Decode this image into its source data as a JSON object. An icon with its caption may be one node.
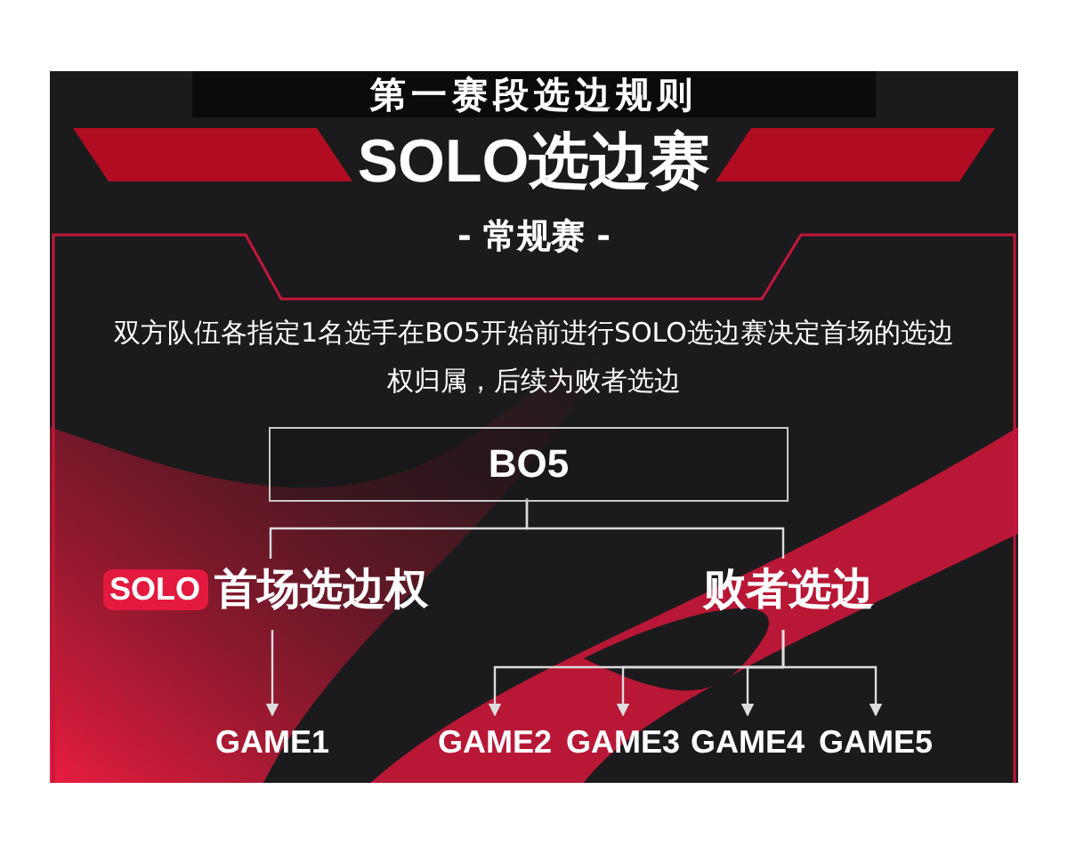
{
  "diagram": {
    "title": "SOLO选边赛",
    "nodes": [
      {
        "text": [
          "BO5"
        ]
      },
      {
        "text": [
          "SOLO",
          "首场选边权"
        ]
      },
      {
        "text": [
          "败者选边"
        ]
      },
      {
        "text": [
          "GAME1"
        ]
      },
      {
        "text": [
          "GAME2"
        ]
      },
      {
        "text": [
          "GAME3"
        ]
      },
      {
        "text": [
          "GAME4"
        ]
      },
      {
        "text": [
          "GAME5"
        ]
      }
    ],
    "edges": [
      {
        "from": 0,
        "to": 1,
        "arrow": "none"
      },
      {
        "from": 0,
        "to": 2,
        "arrow": "none"
      },
      {
        "from": 1,
        "to": 3,
        "arrow": "to"
      },
      {
        "from": 2,
        "to": 4,
        "arrow": "to"
      },
      {
        "from": 2,
        "to": 5,
        "arrow": "to"
      },
      {
        "from": 2,
        "to": 6,
        "arrow": "to"
      },
      {
        "from": 2,
        "to": 7,
        "arrow": "to"
      }
    ],
    "labels": [
      "第一赛段选边规则",
      "- 常规赛 -",
      "双方队伍各指定1名选手在BO5开始前进行SOLO选边赛决定首场的选边权归属，后续为败者选边"
    ]
  }
}
